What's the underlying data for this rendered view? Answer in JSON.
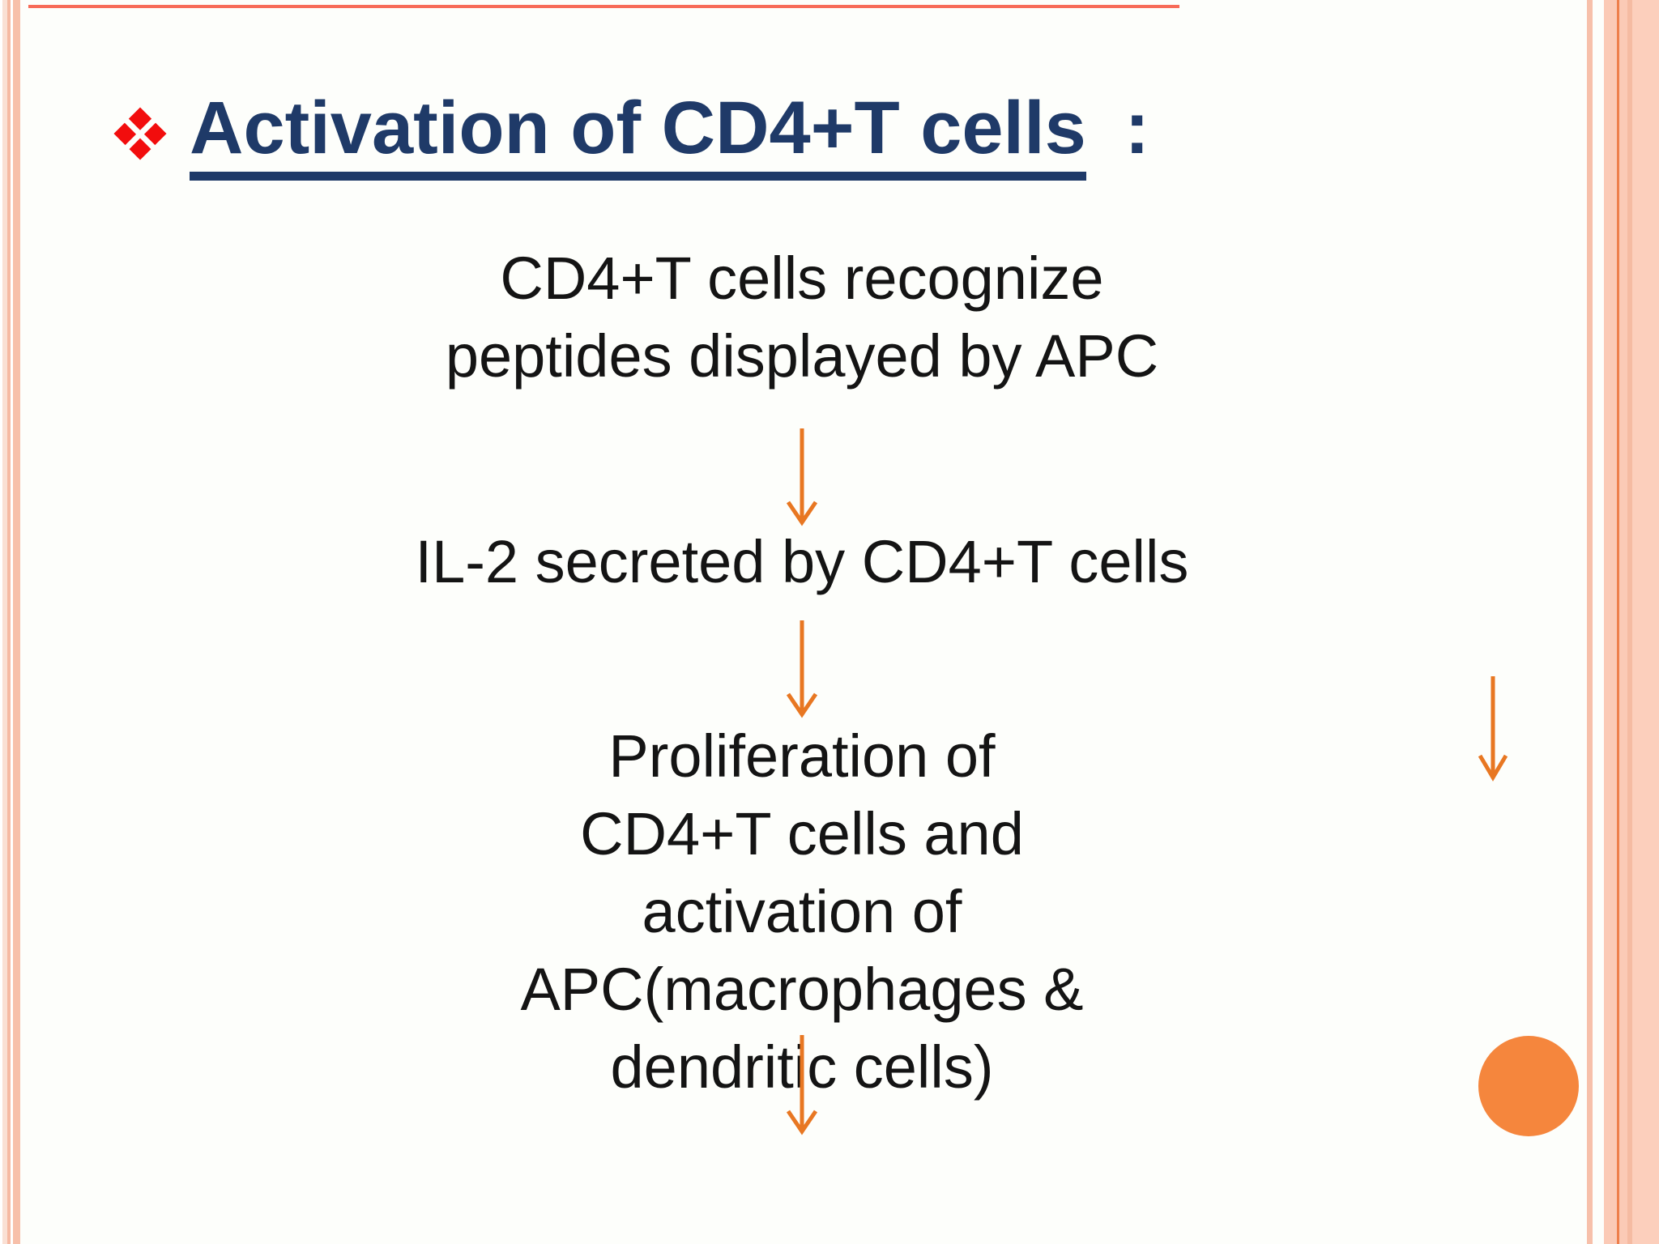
{
  "title": {
    "text": "Activation of CD4+T cells",
    "colon": ":",
    "bullet_icon": "red-diamond-cluster",
    "text_color": "#1f3a68",
    "bullet_color": "#f20d0d"
  },
  "flow": {
    "text_color": "#141414",
    "connector_icon": "down-arrow",
    "steps": [
      {
        "lines": [
          "CD4+T cells recognize",
          "peptides displayed by APC"
        ]
      },
      {
        "lines": [
          "IL-2 secreted by CD4+T cells"
        ]
      },
      {
        "lines": [
          "Proliferation of",
          "CD4+T cells and",
          "activation of",
          "APC(macrophages &",
          "dendritic cells)"
        ]
      }
    ]
  },
  "decorations": {
    "right_arrow_icon": "down-arrow",
    "arrow_color": "#e87722",
    "circle_color": "#f5863d",
    "top_line_color": "#f76b58",
    "border_salmon": "#f7c0aa",
    "border_peach": "#fbcab6",
    "border_accent_line": "#ee7f4b"
  }
}
